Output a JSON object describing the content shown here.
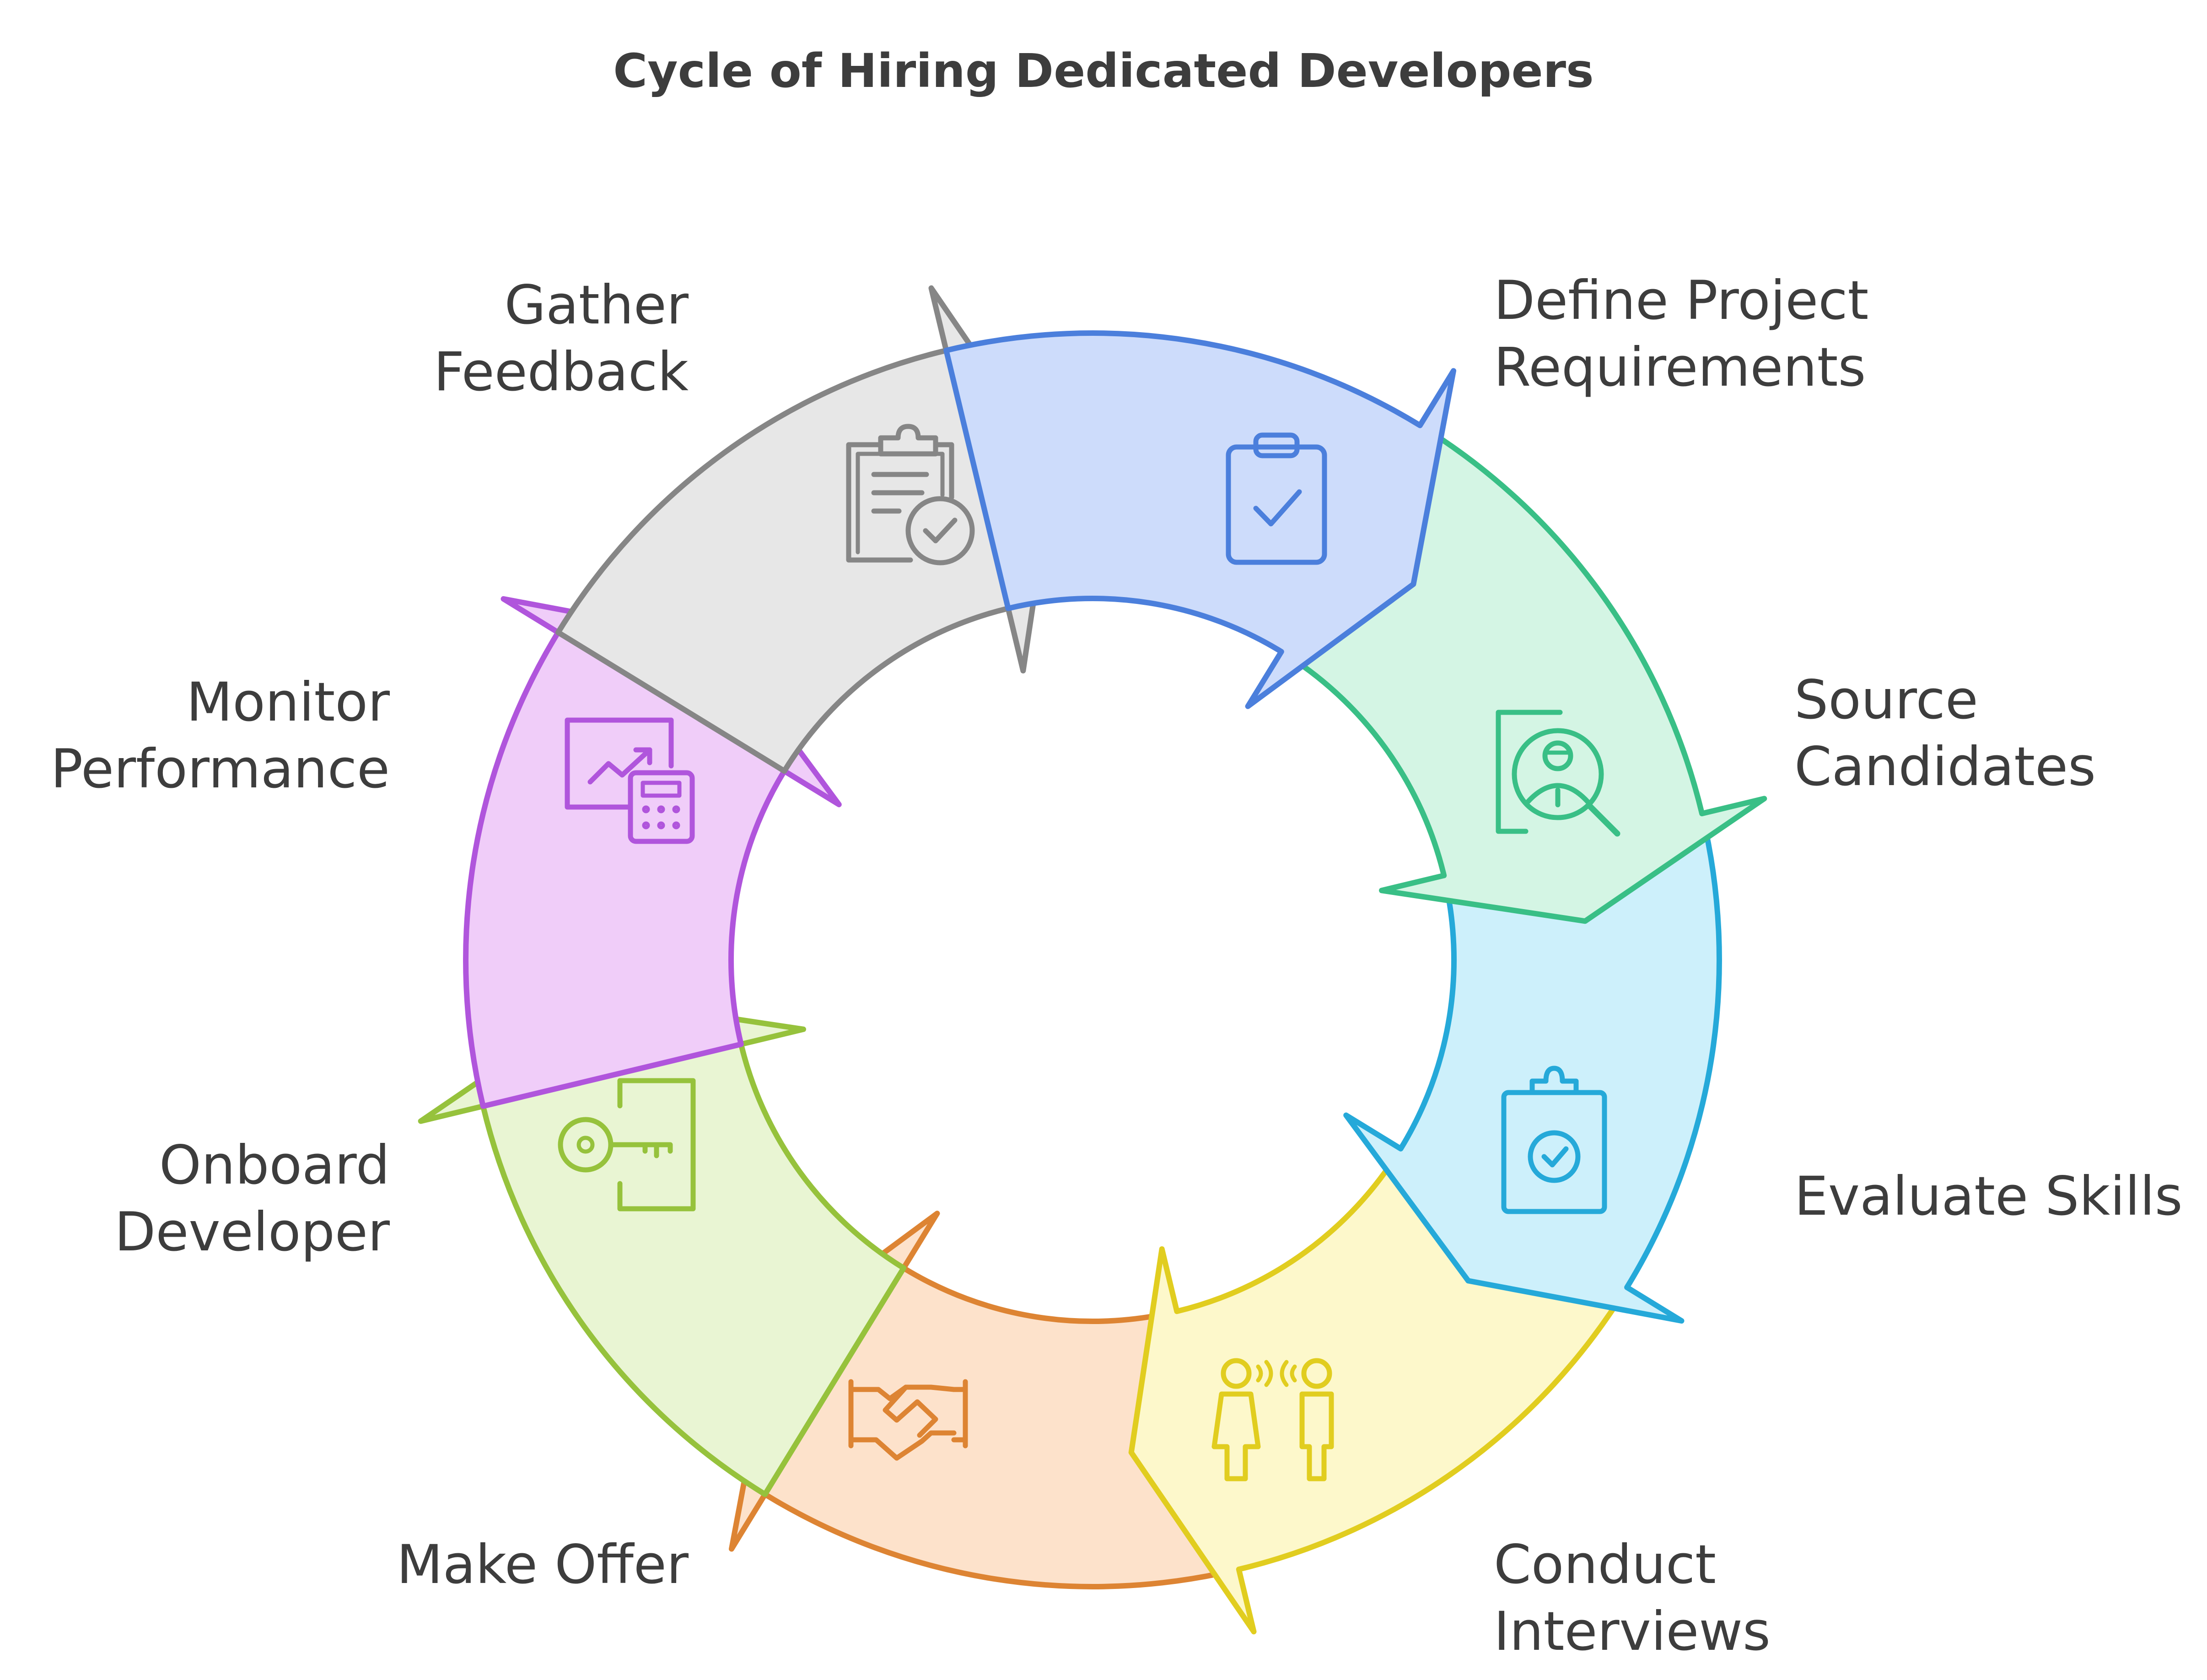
{
  "title": "Cycle of Hiring Dedicated Developers",
  "steps": [
    {
      "id": "define",
      "line1": "Define Project",
      "line2": "Requirements",
      "icon": "clipboard-check-icon",
      "fill": "#cddcfb",
      "stroke": "#4b7fdc"
    },
    {
      "id": "source",
      "line1": "Source",
      "line2": "Candidates",
      "icon": "candidate-search-icon",
      "fill": "#d4f5e4",
      "stroke": "#39bf86"
    },
    {
      "id": "evaluate",
      "line1": "Evaluate Skills",
      "line2": "",
      "icon": "clipboard-evaluate-icon",
      "fill": "#cdf0fb",
      "stroke": "#25a9d9"
    },
    {
      "id": "interview",
      "line1": "Conduct",
      "line2": "Interviews",
      "icon": "two-people-talking-icon",
      "fill": "#fdf8cb",
      "stroke": "#e1cd1f"
    },
    {
      "id": "offer",
      "line1": "Make Offer",
      "line2": "",
      "icon": "handshake-icon",
      "fill": "#fde2cb",
      "stroke": "#dd8433"
    },
    {
      "id": "onboard",
      "line1": "Onboard",
      "line2": "Developer",
      "icon": "key-door-icon",
      "fill": "#e9f5d3",
      "stroke": "#96c23c"
    },
    {
      "id": "monitor",
      "line1": "Monitor",
      "line2": "Performance",
      "icon": "chart-calculator-icon",
      "fill": "#f0cdf9",
      "stroke": "#b055dc"
    },
    {
      "id": "feedback",
      "line1": "Gather",
      "line2": "Feedback",
      "icon": "feedback-clipboard-icon",
      "fill": "#e7e7e7",
      "stroke": "#868686"
    }
  ]
}
